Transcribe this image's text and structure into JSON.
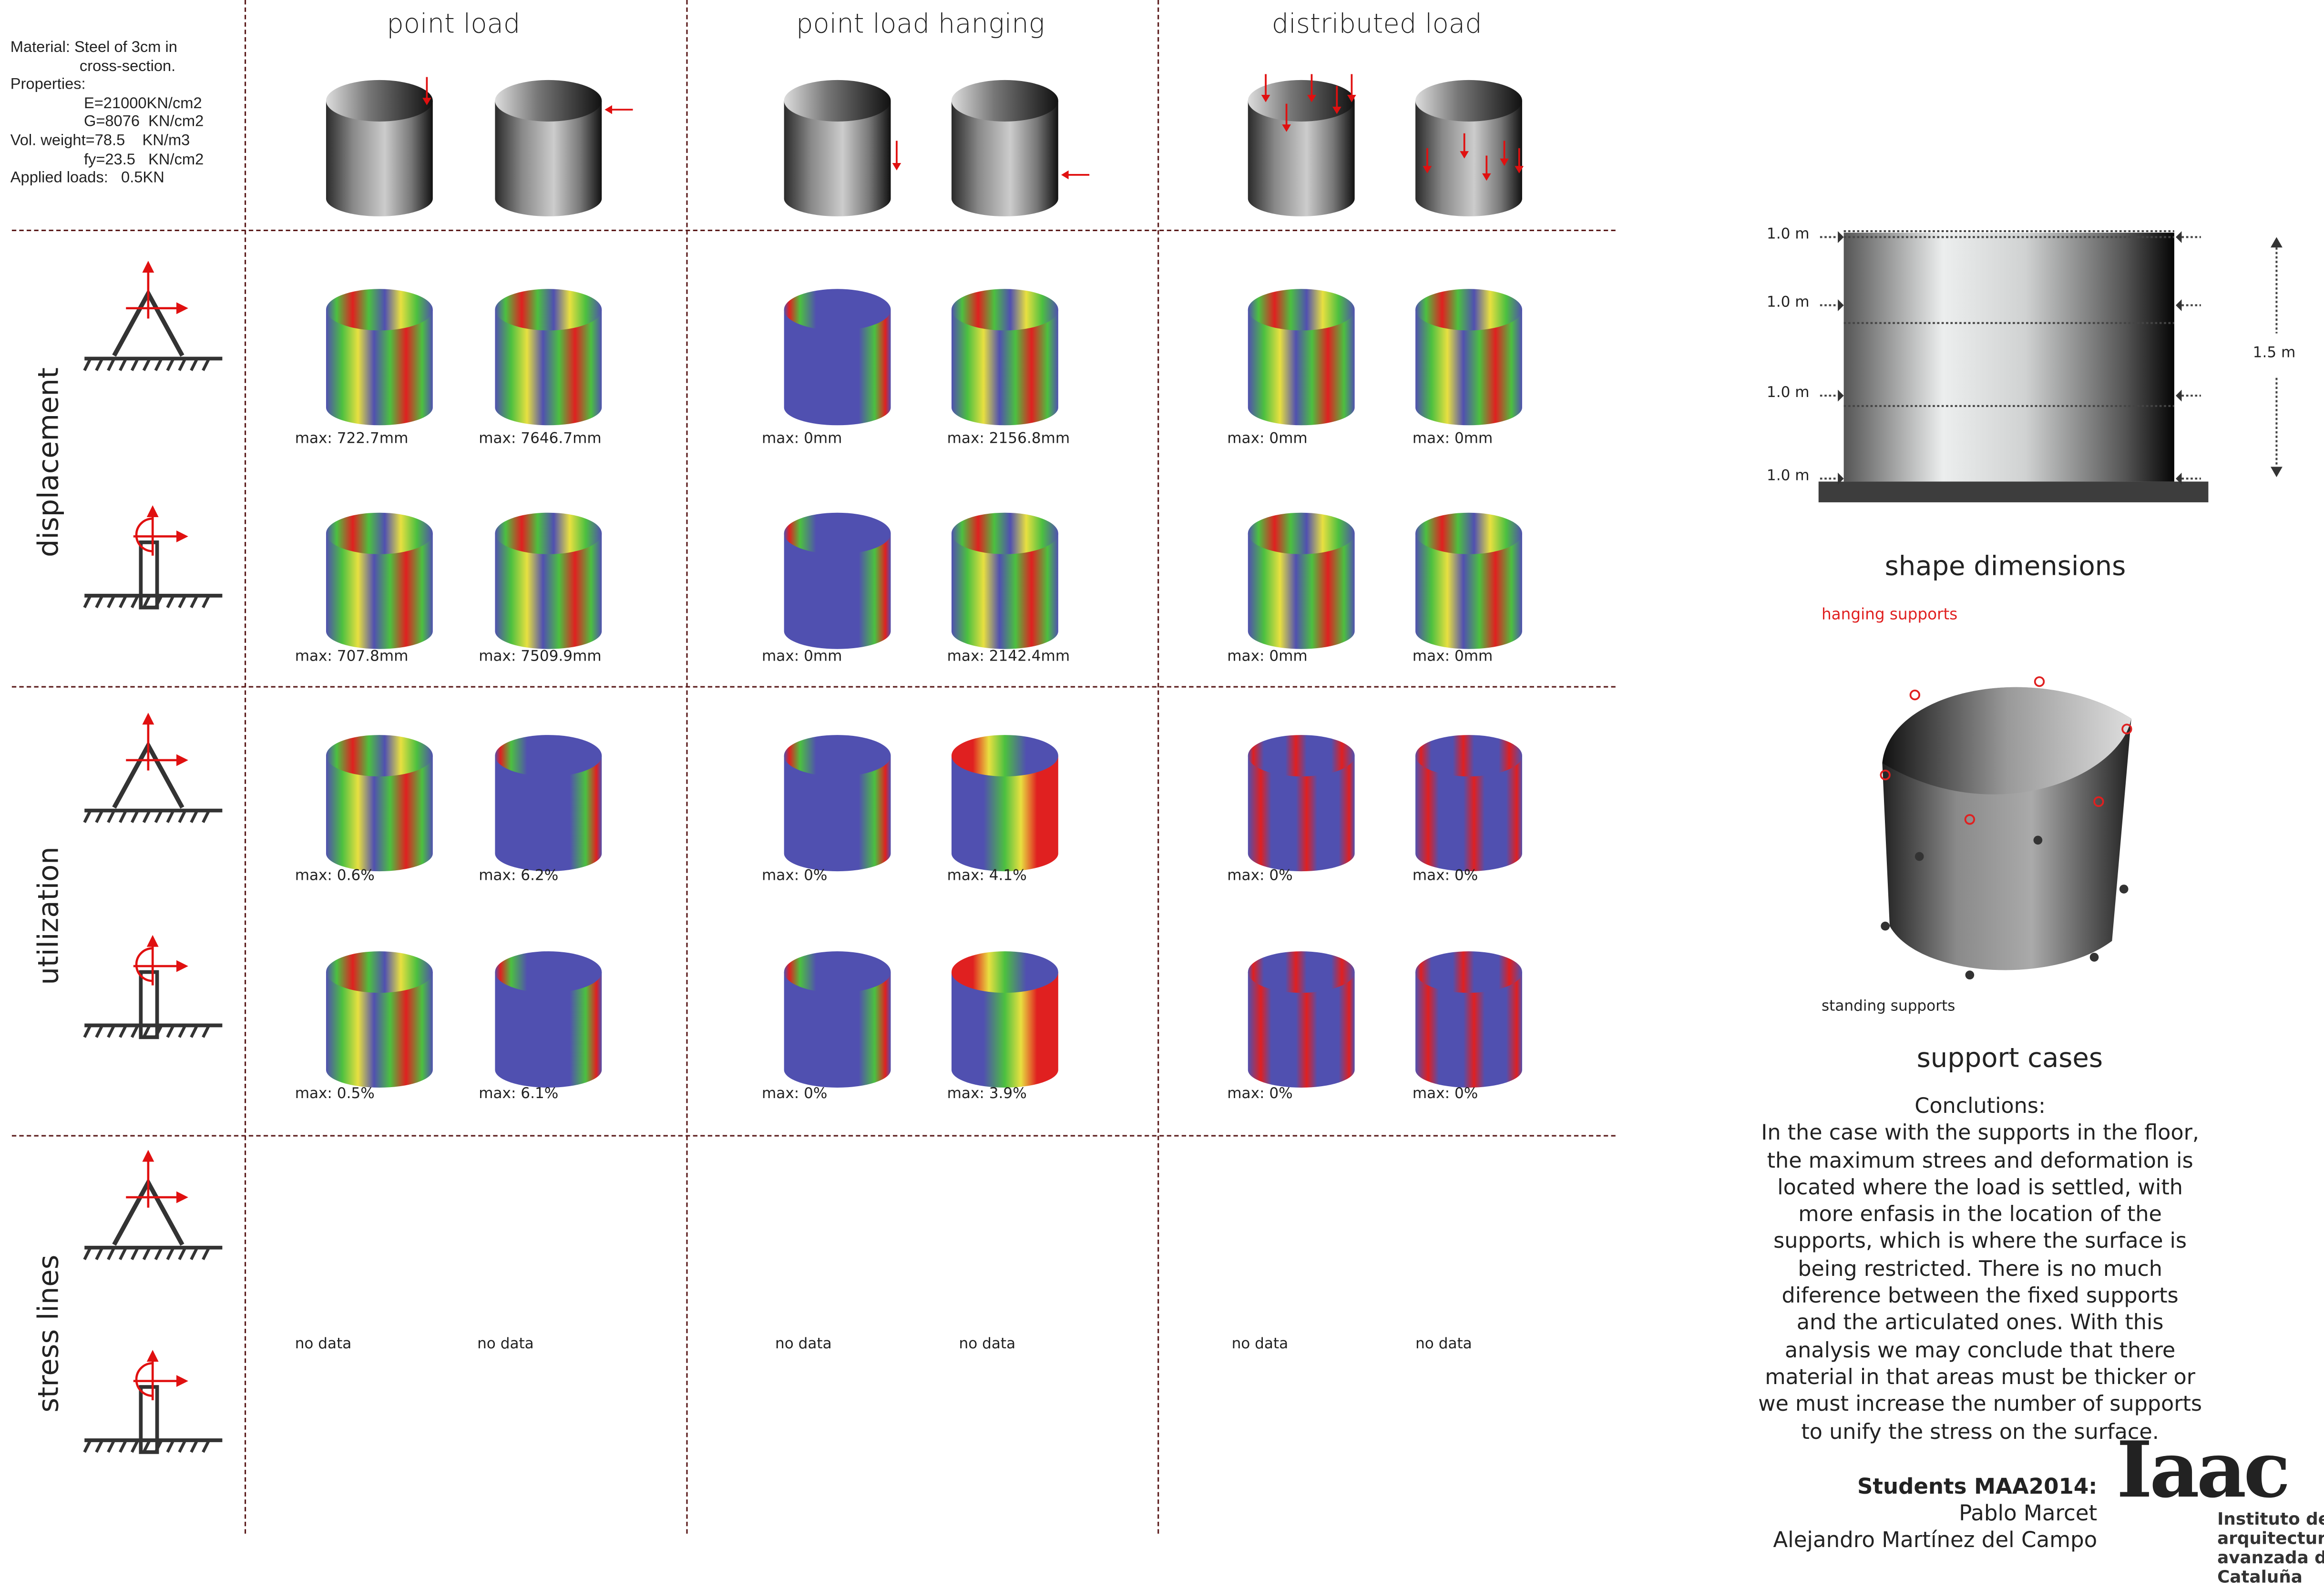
{
  "material": [
    "Material: Steel of 3cm in",
    "                cross-section.",
    "Properties:",
    "                 E=21000KN/cm2",
    "                 G=8076  KN/cm2",
    "Vol. weight=78.5    KN/m3",
    "                 fy=23.5   KN/cm2",
    "Applied loads:   0.5KN"
  ],
  "columns": [
    "point load",
    "point load hanging",
    "distributed load"
  ],
  "rows": [
    "displacement",
    "utilization",
    "stress lines"
  ],
  "displacement": {
    "pinned": [
      "max: 722.7mm",
      "max:  7646.7mm",
      "max:  0mm",
      "max: 2156.8mm",
      "max:  0mm",
      "max:  0mm"
    ],
    "fixed": [
      "max: 707.8mm",
      "max:  7509.9mm",
      "max:  0mm",
      "max: 2142.4mm",
      "max:  0mm",
      "max:  0mm"
    ]
  },
  "utilization": {
    "pinned": [
      "max: 0.6%",
      "max:  6.2%",
      "max:  0%",
      "max:  4.1%",
      "max:  0%",
      "max:  0%"
    ],
    "fixed": [
      "max: 0.5%",
      "max:  6.1%",
      "max:  0%",
      "max:  3.9%",
      "max:  0%",
      "max:  0%"
    ]
  },
  "stress_lines": [
    "no data",
    "no data",
    "no data",
    "no data",
    "no data",
    "no data"
  ],
  "shape": {
    "level_labels": [
      "1.0 m",
      "1.0 m",
      "1.0 m",
      "1.0 m"
    ],
    "height_label": "1.5 m",
    "title": "shape dimensions"
  },
  "supports": {
    "hanging": "hanging supports",
    "standing": "standing supports",
    "title": "support cases"
  },
  "conclusions": {
    "title": "Conclutions:",
    "lines": [
      "In the case with the supports in the floor,",
      "the maximum strees and deformation is",
      "located where the load is settled, with",
      "more enfasis in the location of the",
      "supports, which is where the  surface is",
      "being restricted. There is no much",
      "diference between  the fixed supports",
      "and the articulated ones. With  this",
      "analysis we may conclude that there",
      "material in that areas must be thicker or",
      "we must increase the number of supports",
      "to unify the stress on the surface."
    ]
  },
  "credits": {
    "heading": "Students MAA2014:",
    "names": [
      "Pablo Marcet",
      "Alejandro Martínez del Campo"
    ]
  },
  "logo": {
    "mark": "Iaac",
    "lines": [
      "Instituto de",
      "arquitectura",
      "avanzada de",
      "Cataluña"
    ]
  },
  "colors": {
    "grid": "#5a1a1a",
    "load": "#e01010",
    "blue": "#5050b0",
    "green": "#4cc040",
    "red": "#e02020"
  }
}
